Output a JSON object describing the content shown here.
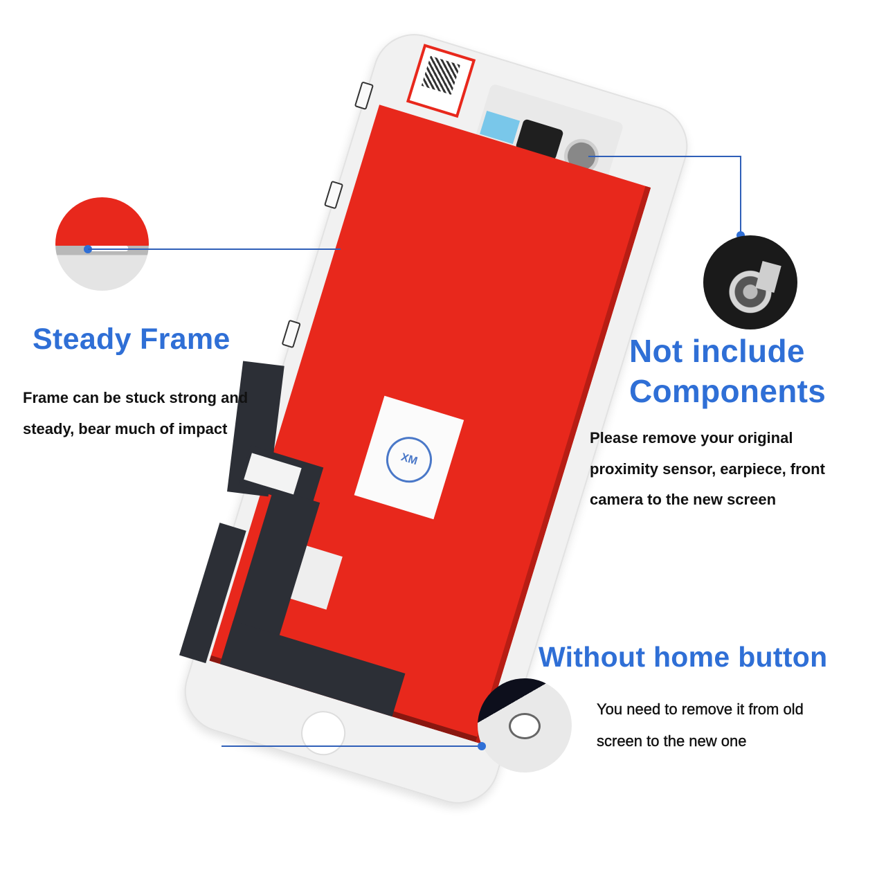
{
  "colors": {
    "heading_blue": "#2f6fd6",
    "body_text": "#111111",
    "callout_line": "#2f5fb8",
    "lcd_red": "#e8281c",
    "frame_white": "#f1f1f1",
    "flex_cable": "#2c2f36"
  },
  "product": {
    "description": "Replacement LCD screen assembly (rear view) with white frame",
    "stamp_text": "XM"
  },
  "features": [
    {
      "id": "steady-frame",
      "title": "Steady Frame",
      "description_lines": [
        "Frame can be stuck strong and",
        "steady, bear much of impact"
      ],
      "detail_image": "frame-clip-closeup"
    },
    {
      "id": "not-include-components",
      "title_lines": [
        "Not include",
        "Components"
      ],
      "description_lines": [
        "Please remove your original",
        "proximity sensor, earpiece, front",
        "camera to the new screen"
      ],
      "detail_image": "front-camera-bracket-closeup"
    },
    {
      "id": "without-home-button",
      "title": "Without home button",
      "description_lines": [
        "You need to remove it from old",
        "screen to the new one"
      ],
      "detail_image": "home-button-hole-closeup"
    }
  ]
}
